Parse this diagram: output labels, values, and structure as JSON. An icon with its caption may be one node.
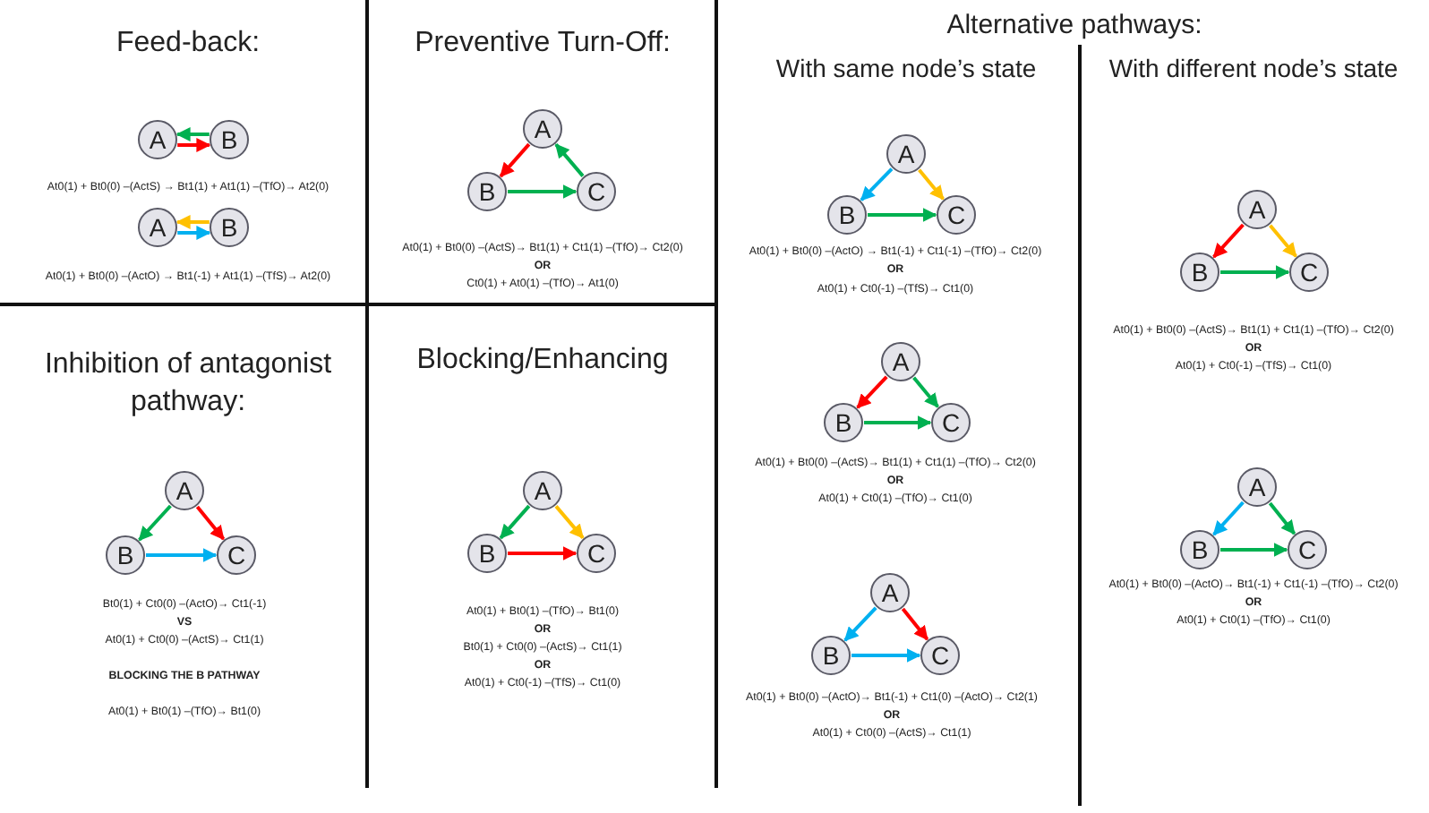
{
  "diagram": {
    "nodes": [
      {
        "text": [
          "A"
        ]
      },
      {
        "text": [
          "B"
        ]
      },
      {
        "text": [
          "A"
        ]
      },
      {
        "text": [
          "B"
        ]
      },
      {
        "text": [
          "A"
        ]
      },
      {
        "text": [
          "B"
        ]
      },
      {
        "text": [
          "C"
        ]
      },
      {
        "text": [
          "A"
        ]
      },
      {
        "text": [
          "B"
        ]
      },
      {
        "text": [
          "C"
        ]
      },
      {
        "text": [
          "A"
        ]
      },
      {
        "text": [
          "B"
        ]
      },
      {
        "text": [
          "C"
        ]
      },
      {
        "text": [
          "A"
        ]
      },
      {
        "text": [
          "B"
        ]
      },
      {
        "text": [
          "C"
        ]
      },
      {
        "text": [
          "A"
        ]
      },
      {
        "text": [
          "B"
        ]
      },
      {
        "text": [
          "C"
        ]
      },
      {
        "text": [
          "A"
        ]
      },
      {
        "text": [
          "B"
        ]
      },
      {
        "text": [
          "C"
        ]
      },
      {
        "text": [
          "A"
        ]
      },
      {
        "text": [
          "B"
        ]
      },
      {
        "text": [
          "C"
        ]
      },
      {
        "text": [
          "A"
        ]
      },
      {
        "text": [
          "B"
        ]
      },
      {
        "text": [
          "C"
        ]
      }
    ],
    "edges": [
      {
        "from": 1,
        "to": 0,
        "arrow": "to",
        "color": "#00b050"
      },
      {
        "from": 0,
        "to": 1,
        "arrow": "to",
        "color": "#ff0000"
      },
      {
        "from": 3,
        "to": 2,
        "arrow": "to",
        "color": "#ffc000"
      },
      {
        "from": 2,
        "to": 3,
        "arrow": "to",
        "color": "#00b0f0"
      },
      {
        "from": 4,
        "to": 5,
        "arrow": "to",
        "color": "#ff0000"
      },
      {
        "from": 6,
        "to": 4,
        "arrow": "to",
        "color": "#00b050"
      },
      {
        "from": 5,
        "to": 6,
        "arrow": "to",
        "color": "#00b050"
      },
      {
        "from": 7,
        "to": 8,
        "arrow": "to",
        "color": "#00b0f0"
      },
      {
        "from": 7,
        "to": 9,
        "arrow": "to",
        "color": "#ffc000"
      },
      {
        "from": 8,
        "to": 9,
        "arrow": "to",
        "color": "#00b050"
      },
      {
        "from": 10,
        "to": 11,
        "arrow": "to",
        "color": "#ff0000"
      },
      {
        "from": 10,
        "to": 12,
        "arrow": "to",
        "color": "#ffc000"
      },
      {
        "from": 11,
        "to": 12,
        "arrow": "to",
        "color": "#00b050"
      },
      {
        "from": 13,
        "to": 14,
        "arrow": "to",
        "color": "#00b050"
      },
      {
        "from": 13,
        "to": 15,
        "arrow": "to",
        "color": "#ff0000"
      },
      {
        "from": 14,
        "to": 15,
        "arrow": "to",
        "color": "#00b0f0"
      },
      {
        "from": 16,
        "to": 17,
        "arrow": "to",
        "color": "#00b050"
      },
      {
        "from": 16,
        "to": 18,
        "arrow": "to",
        "color": "#ffc000"
      },
      {
        "from": 17,
        "to": 18,
        "arrow": "to",
        "color": "#ff0000"
      },
      {
        "from": 19,
        "to": 20,
        "arrow": "to",
        "color": "#ff0000"
      },
      {
        "from": 19,
        "to": 21,
        "arrow": "to",
        "color": "#00b050"
      },
      {
        "from": 20,
        "to": 21,
        "arrow": "to",
        "color": "#00b050"
      },
      {
        "from": 22,
        "to": 23,
        "arrow": "to",
        "color": "#00b0f0"
      },
      {
        "from": 22,
        "to": 24,
        "arrow": "to",
        "color": "#00b050"
      },
      {
        "from": 23,
        "to": 24,
        "arrow": "to",
        "color": "#00b050"
      },
      {
        "from": 25,
        "to": 26,
        "arrow": "to",
        "color": "#00b0f0"
      },
      {
        "from": 25,
        "to": 27,
        "arrow": "to",
        "color": "#ff0000"
      },
      {
        "from": 26,
        "to": 27,
        "arrow": "to",
        "color": "#00b0f0"
      }
    ],
    "labels": [
      "Feed-back:",
      "At0(1) + Bt0(0) –(ActS) → Bt1(1) + At1(1) –(TfO)→ At2(0)",
      "At0(1) + Bt0(0) –(ActO) → Bt1(-1) + At1(1) –(TfS)→ At2(0)",
      "Preventive Turn-Off:",
      "At0(1) + Bt0(0) –(ActS)→ Bt1(1) + Ct1(1) –(TfO)→ Ct2(0)",
      "OR",
      "Ct0(1) + At0(1) –(TfO)→ At1(0)",
      "Alternative pathways:",
      "With same node’s state",
      "With different node’s state",
      "At0(1) + Bt0(0) –(ActO) → Bt1(-1) + Ct1(-1) –(TfO)→ Ct2(0)",
      "OR",
      "At0(1) + Ct0(-1) –(TfS)→ Ct1(0)",
      "At0(1) + Bt0(0) –(ActS)→ Bt1(1) + Ct1(1) –(TfO)→ Ct2(0)",
      "OR",
      "At0(1) + Ct0(-1) –(TfS)→ Ct1(0)",
      "Inhibition of antagonist pathway:",
      "Blocking/Enhancing",
      "At0(1) + Bt0(0) –(ActS)→ Bt1(1) + Ct1(1) –(TfO)→ Ct2(0)",
      "OR",
      "At0(1) + Ct0(1) –(TfO)→ Ct1(0)",
      "At0(1) + Bt0(0) –(ActO)→ Bt1(-1) + Ct1(-1) –(TfO)→ Ct2(0)",
      "OR",
      "At0(1) + Ct0(1) –(TfO)→ Ct1(0)",
      "Bt0(1) + Ct0(0) –(ActO)→ Ct1(-1)",
      "VS",
      "At0(1) + Ct0(0) –(ActS)→ Ct1(1)",
      "BLOCKING THE B PATHWAY",
      "At0(1) + Bt0(1) –(TfO)→ Bt1(0)",
      "At0(1) + Bt0(1) –(TfO)→ Bt1(0)",
      "OR",
      "Bt0(1) + Ct0(0) –(ActS)→ Ct1(1)",
      "OR",
      "At0(1) + Ct0(-1) –(TfS)→ Ct1(0)",
      "At0(1) + Bt0(0) –(ActO)→ Bt1(-1) + Ct1(0) –(ActO)→ Ct2(1)",
      "OR",
      "At0(1) + Ct0(0) –(ActS)→ Ct1(1)"
    ]
  }
}
